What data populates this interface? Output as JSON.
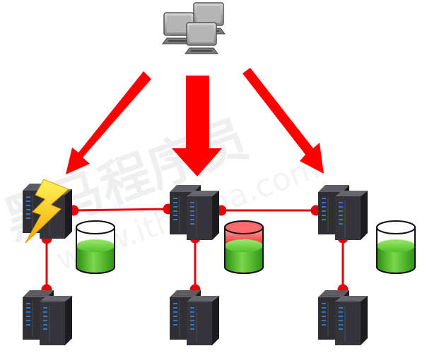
{
  "watermark": {
    "cn_text": "黑马程序员",
    "url_text": "www.itheima.com"
  },
  "colors": {
    "arrow": "#ff0000",
    "link": "#e8000b",
    "server_body": "#2e2e33",
    "server_led": "#2f79c8",
    "db_full_green": "#44b51e",
    "db_alert_red": "#ff3d3d",
    "lightning": "#ffd11a",
    "client_pc": "#9e9e9e"
  },
  "nodes": {
    "clients": {
      "icon": "client-computers-icon"
    },
    "cluster_nodes": [
      {
        "id": "node-left",
        "status": "failed",
        "icon": "server-icon",
        "db_state": "green"
      },
      {
        "id": "node-center",
        "status": "ok",
        "icon": "server-icon",
        "db_state": "red"
      },
      {
        "id": "node-right",
        "status": "ok",
        "icon": "server-icon",
        "db_state": "green"
      }
    ],
    "slave_nodes": [
      {
        "id": "slave-left",
        "icon": "server-icon"
      },
      {
        "id": "slave-center",
        "icon": "server-icon"
      },
      {
        "id": "slave-right",
        "icon": "server-icon"
      }
    ]
  }
}
